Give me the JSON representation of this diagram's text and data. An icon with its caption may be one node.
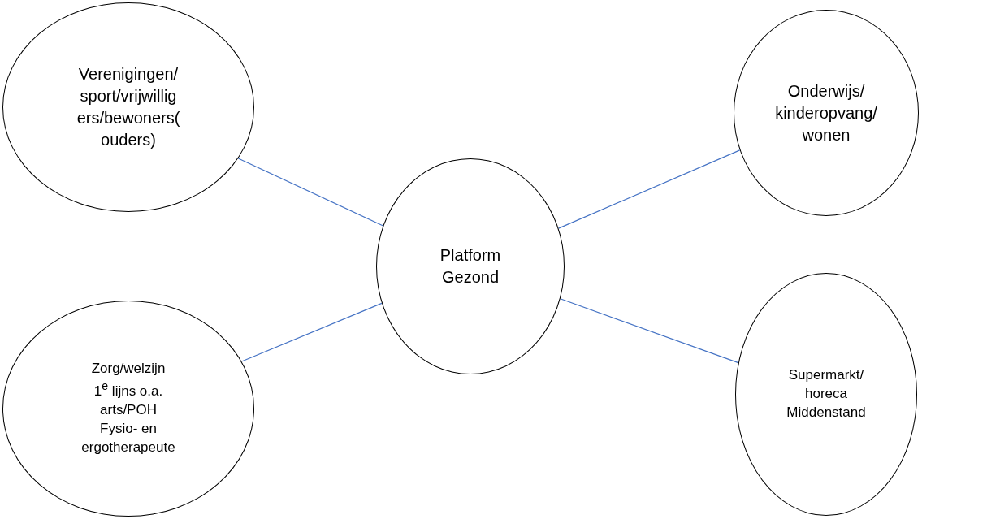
{
  "diagram": {
    "nodes": [
      {
        "text": [
          "Verenigingen/ sport/vrijwillig ers/bewoners( ouders)"
        ]
      },
      {
        "text": [
          "Onderwijs/ kinderopvang/ wonen"
        ]
      },
      {
        "text": [
          "Platform Gezond"
        ]
      },
      {
        "text": [
          "Zorg/welzijn",
          "1$^{e}$ lijns o.a. arts/POH",
          "Fysio- en ergotherapeute"
        ]
      },
      {
        "text": [
          "Supermarkt/ horeca Middenstand"
        ]
      }
    ],
    "edges": [
      {
        "from": 0,
        "to": 2,
        "arrow": "none"
      },
      {
        "from": 1,
        "to": 2,
        "arrow": "none"
      },
      {
        "from": 3,
        "to": 2,
        "arrow": "none"
      },
      {
        "from": 4,
        "to": 2,
        "arrow": "none"
      }
    ]
  }
}
